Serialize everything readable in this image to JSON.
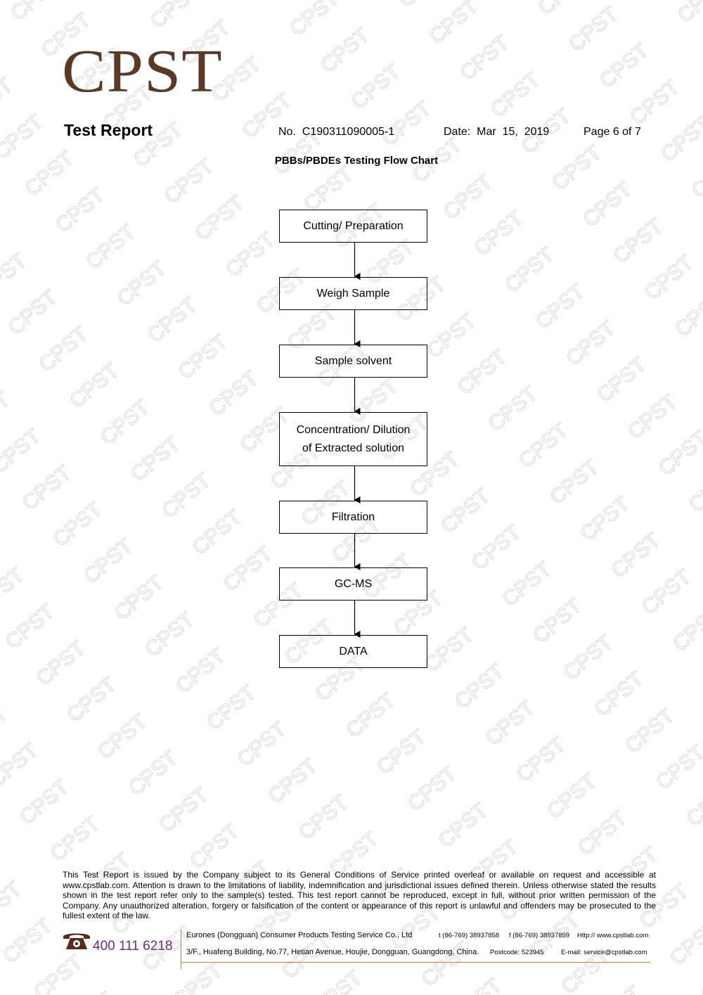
{
  "header": {
    "logo_text": "CPST",
    "report_title": "Test Report",
    "report_no": "No.  C190311090005-1",
    "date": "Date:  Mar  15,  2019",
    "page": "Page 6 of 7"
  },
  "flowchart": {
    "title": "PBBs/PBDEs Testing Flow Chart",
    "steps": [
      "Cutting/ Preparation",
      "Weigh Sample",
      "Sample solvent",
      "Concentration/ Dilution\nof Extracted solution",
      "Filtration",
      "GC-MS",
      "DATA"
    ]
  },
  "footer": {
    "disclaimer": "This Test Report is issued by the Company subject to its General Conditions of Service printed overleaf or available on request and accessible at www.cpstlab.com. Attention is drawn to the limitations of liability, indemnification and jurisdictional issues defined therein. Unless otherwise stated the results shown in the test report refer only to the sample(s) tested. This test report cannot be reproduced, except in full, without prior written permission of the Company. Any unauthorized alteration, forgery or falsification of the content or appearance of this report is unlawful and offenders may be prosecuted to the fullest extent of the law.",
    "phone_number": "400 111 6218",
    "company_name": "Eurones (Dongguan) Consumer Products Testing Service Co., Ltd",
    "tel": "t (86-769) 38937858",
    "fax": "f (86-769) 38937859",
    "website": "Http:// www.cpstlab.com",
    "address": "3/F., Huafeng Building, No.77, Hetian Avenue, Houjie, Dongguan, Guangdong, China.",
    "postcode": "Postcode: 523945",
    "email": "E-mail:   service@cpstlab.com"
  },
  "colors": {
    "logo": "#5a3a26",
    "phone": "#6a2a8a",
    "footer_rule": "#e07a2c",
    "watermark": "#d0d0d0"
  },
  "icons": [
    "telephone-icon"
  ]
}
